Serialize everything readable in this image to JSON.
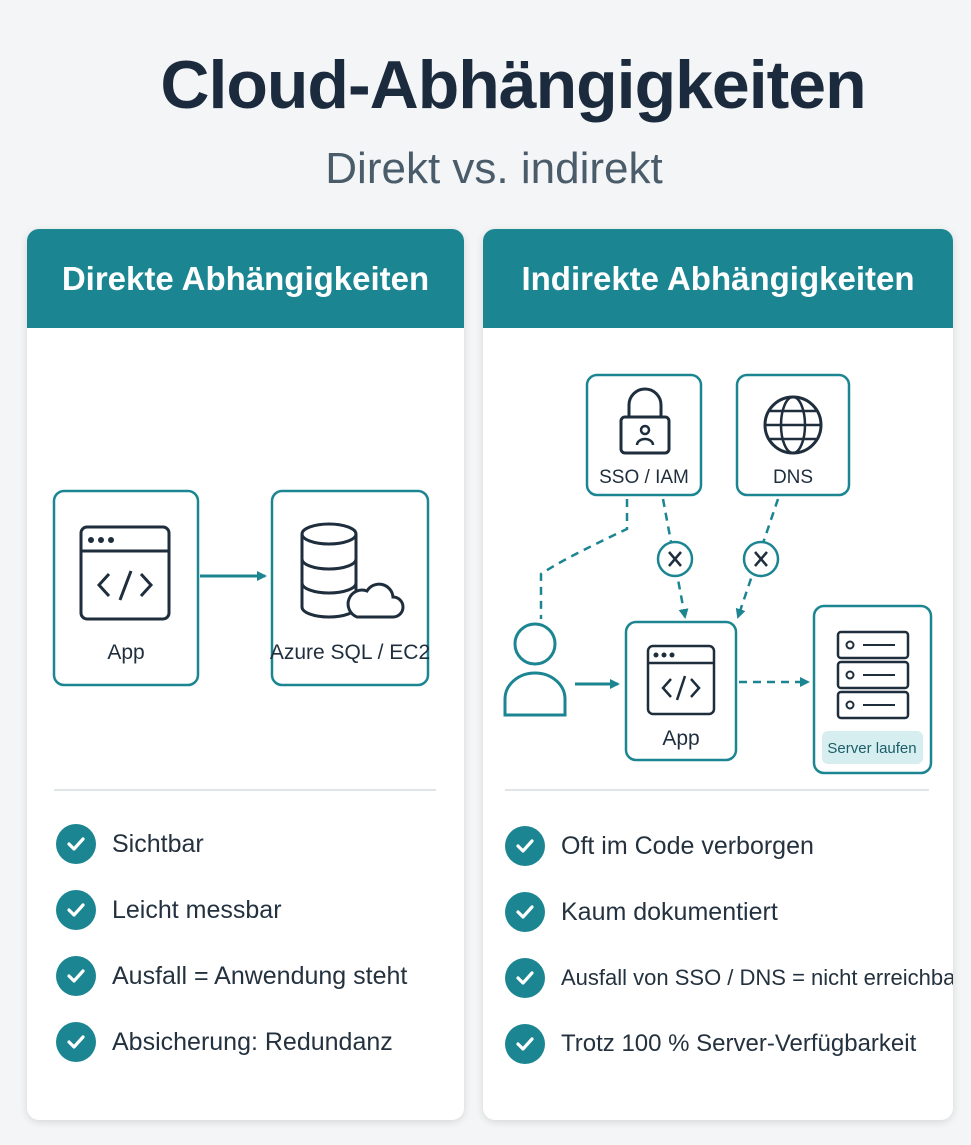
{
  "title": "Cloud-Abhängigkeiten",
  "subtitle": "Direkt vs. indirekt",
  "left_panel": {
    "header": "Direkte Abhängigkeiten",
    "nodes": {
      "app": "App",
      "db": "Azure SQL / EC2"
    },
    "items": [
      "Sichtbar",
      "Leicht messbar",
      "Ausfall = Anwendung steht",
      "Absicherung: Redundanz"
    ]
  },
  "right_panel": {
    "header": "Indirekte Abhängigkeiten",
    "nodes": {
      "sso": "SSO / IAM",
      "dns": "DNS",
      "app": "App",
      "server_badge": "Server laufen"
    },
    "items": [
      "Oft im Code verborgen",
      "Kaum dokumentiert",
      "Ausfall von SSO / DNS = nicht erreichbar",
      "Trotz 100 % Server-Verfügbarkeit"
    ]
  },
  "colors": {
    "teal": "#1b8592",
    "dark": "#1f2e3d",
    "badge_bg": "#d7eef0"
  }
}
